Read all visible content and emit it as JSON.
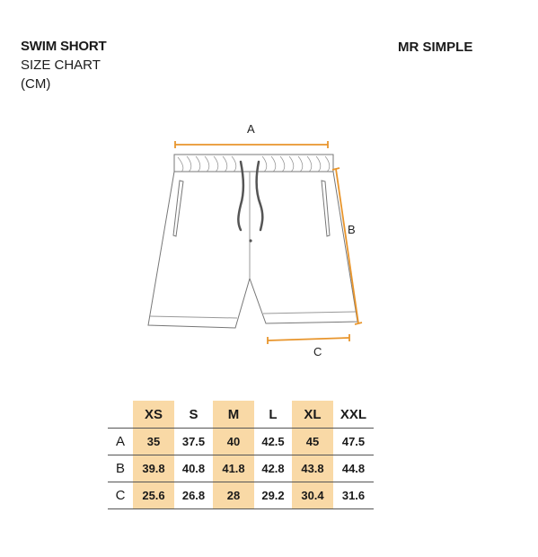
{
  "header": {
    "title": "SWIM SHORT",
    "subtitle_line1": "SIZE CHART",
    "subtitle_line2": "(CM)",
    "brand": "MR SIMPLE"
  },
  "diagram": {
    "label_a": "A",
    "label_b": "B",
    "label_c": "C",
    "measure_color": "#e8952c",
    "outline_color": "#777777"
  },
  "size_table": {
    "columns": [
      "XS",
      "S",
      "M",
      "L",
      "XL",
      "XXL"
    ],
    "highlight_color": "#f9d9a6",
    "rows": [
      {
        "label": "A",
        "values": [
          "35",
          "37.5",
          "40",
          "42.5",
          "45",
          "47.5"
        ]
      },
      {
        "label": "B",
        "values": [
          "39.8",
          "40.8",
          "41.8",
          "42.8",
          "43.8",
          "44.8"
        ]
      },
      {
        "label": "C",
        "values": [
          "25.6",
          "26.8",
          "28",
          "29.2",
          "30.4",
          "31.6"
        ]
      }
    ]
  }
}
